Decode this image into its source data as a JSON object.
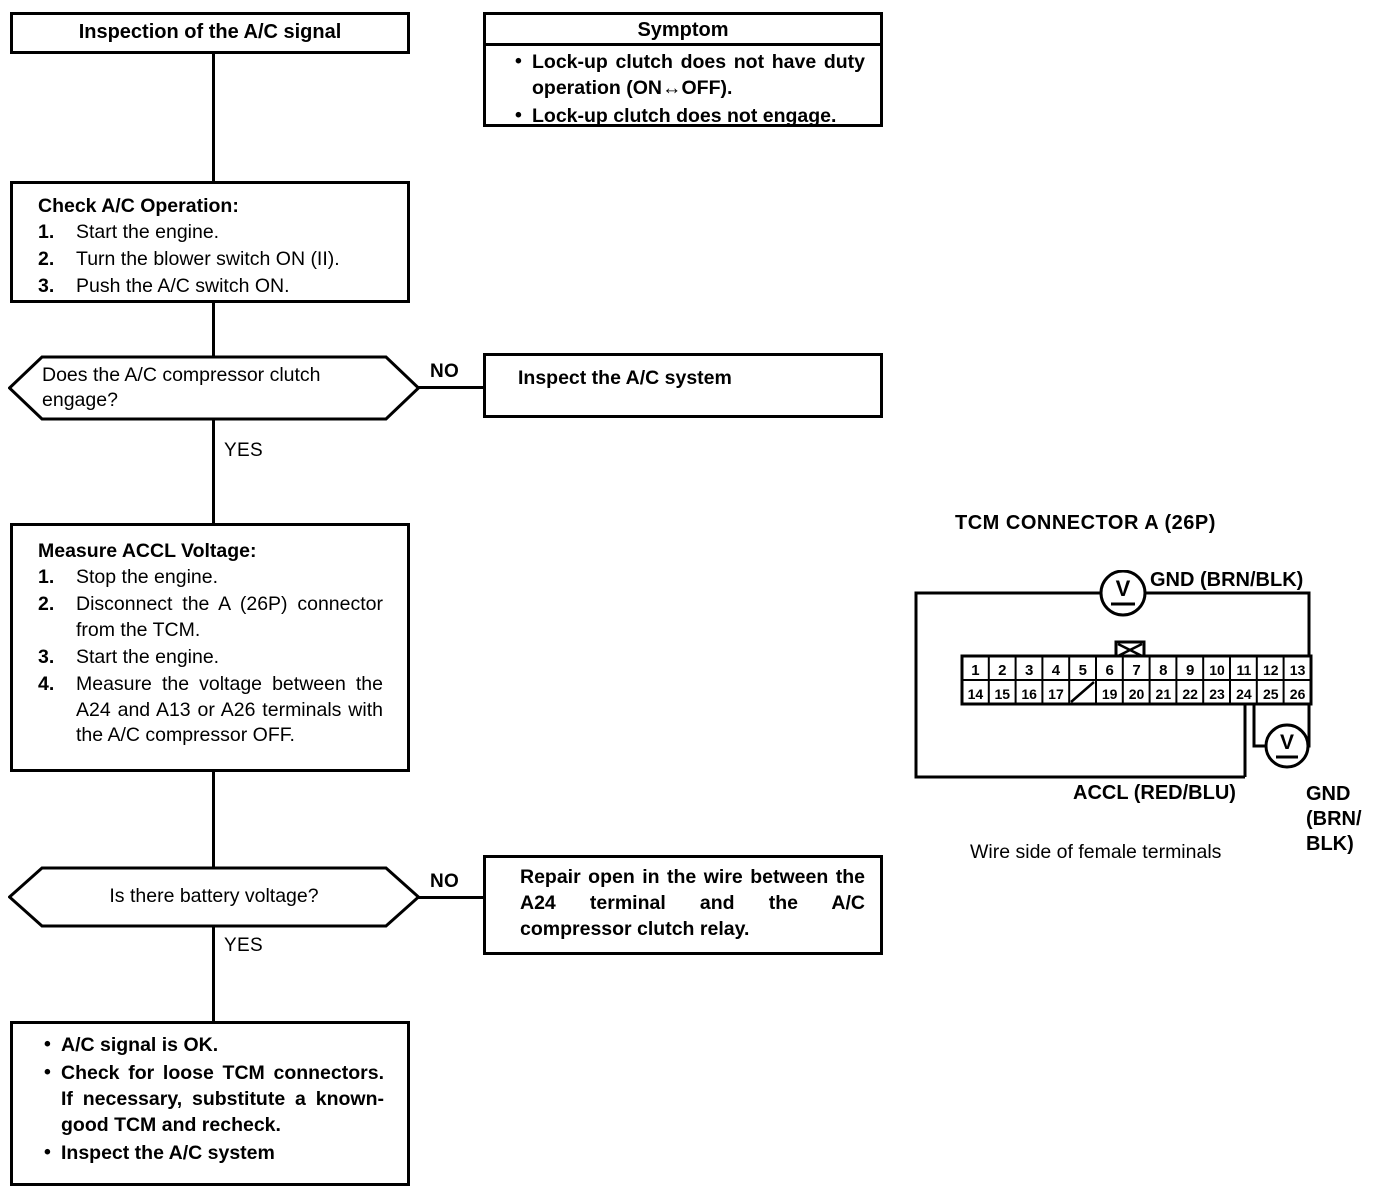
{
  "page": {
    "title": "Inspection of the A/C signal"
  },
  "flow": {
    "start_box": {
      "label": "Inspection of the A/C signal"
    },
    "symptom_box": {
      "header": "Symptom",
      "items": [
        "Lock-up clutch does not have duty operation (ON↔OFF).",
        "Lock-up clutch does not engage."
      ]
    },
    "check_ac_box": {
      "title": "Check A/C Operation:",
      "steps": [
        {
          "num": "1.",
          "text": "Start the engine."
        },
        {
          "num": "2.",
          "text": "Turn the blower switch ON (II)."
        },
        {
          "num": "3.",
          "text": "Push the A/C switch ON."
        }
      ]
    },
    "decision_clutch": {
      "question": "Does the A/C compressor clutch engage?",
      "no_label": "NO",
      "yes_label": "YES"
    },
    "inspect_ac_box": {
      "label": "Inspect the A/C system"
    },
    "measure_box": {
      "title": "Measure ACCL Voltage:",
      "steps": [
        {
          "num": "1.",
          "text": "Stop the engine."
        },
        {
          "num": "2.",
          "text": "Disconnect the A (26P) connector from the TCM."
        },
        {
          "num": "3.",
          "text": "Start the engine."
        },
        {
          "num": "4.",
          "text": "Measure the voltage between the A24 and A13 or A26 terminals with the A/C compressor OFF."
        }
      ]
    },
    "decision_voltage": {
      "question": "Is there battery voltage?",
      "no_label": "NO",
      "yes_label": "YES"
    },
    "repair_box": {
      "label": "Repair open in the wire between the A24 terminal and the A/C compressor clutch relay."
    },
    "final_box": {
      "items": [
        "A/C signal is OK.",
        "Check for loose TCM connectors. If necessary, substitute a known-good TCM and recheck.",
        "Inspect the A/C system"
      ]
    }
  },
  "connector": {
    "title": "TCM CONNECTOR A (26P)",
    "caption": "Wire side of female terminals",
    "meter_symbol": "V",
    "labels": {
      "gnd_top": "GND (BRN/BLK)",
      "accl": "ACCL (RED/BLU)",
      "gnd_bottom_line1": "GND",
      "gnd_bottom_line2": "(BRN/",
      "gnd_bottom_line3": "BLK)"
    },
    "pin_grid": {
      "columns": 13,
      "rows": 2,
      "top_row": [
        "1",
        "2",
        "3",
        "4",
        "5",
        "6",
        "7",
        "8",
        "9",
        "10",
        "11",
        "12",
        "13"
      ],
      "bottom_row": [
        "14",
        "15",
        "16",
        "17",
        "",
        "19",
        "20",
        "21",
        "22",
        "23",
        "24",
        "25",
        "26"
      ],
      "blank_cell_index": 4,
      "tab_over_pin": "7"
    },
    "probe_pins": {
      "top_meter_from": "13",
      "accl_pin": "24",
      "gnd_pin": "26"
    }
  },
  "colors": {
    "ink": "#000000",
    "paper": "#ffffff"
  }
}
